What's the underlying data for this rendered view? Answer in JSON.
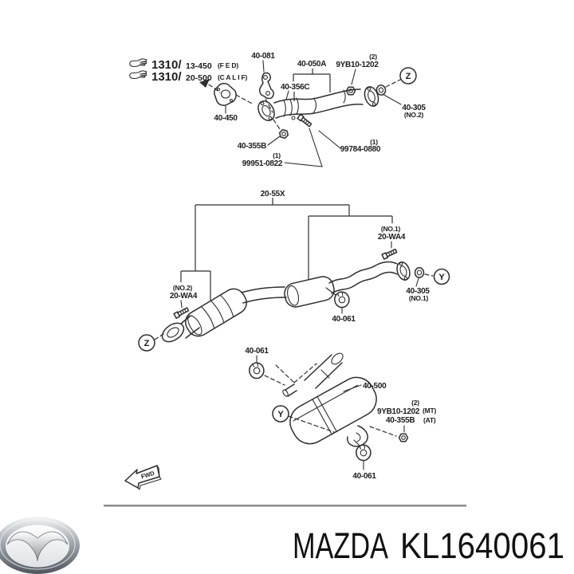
{
  "frontPipe": {
    "ref1_code": "1310/",
    "ref1_num": "13-450",
    "ref1_note": "(F E D)",
    "ref2_code": "1310/",
    "ref2_num": "20-500",
    "ref2_note": "(C A L I F)",
    "hangerBracket": "40-081",
    "pipeAssembly": "40-050A",
    "nutQty": "(2)",
    "nut": "9YB10-1202",
    "gasket": "40-305",
    "gasketNo": "(NO.2)",
    "coupling": "40-356C",
    "flangeGasket": "40-450",
    "lockNut": "40-355B",
    "boltQty1": "(1)",
    "bolt1": "99951-0822",
    "boltQty2": "(1)",
    "bolt2": "99784-0880"
  },
  "center": {
    "assembly": "20-55X",
    "boltNo2Tag": "(NO.2)",
    "boltNo2": "20-WA4",
    "boltNo1Tag": "(NO.1)",
    "boltNo1": "20-WA4",
    "hanger": "40-061",
    "gasket": "40-305",
    "gasketNo": "(NO.1)"
  },
  "rear": {
    "hangerFront": "40-061",
    "mainMuffler": "40-500",
    "nutQty": "(2)",
    "nutMt": "9YB10-1202",
    "nutMtNote": "(MT)",
    "nutAt": "40-355B",
    "nutAtNote": "(AT)",
    "hangerRear": "40-061"
  },
  "views": {
    "z": "Z",
    "y": "Y"
  },
  "fwdArrow": "FWD",
  "footer": {
    "brand": "MAZDA",
    "partNumber": "KL1640061"
  },
  "colors": {
    "line": "#2e2e2e",
    "divider": "#8a8a8a",
    "text": "#111111"
  }
}
